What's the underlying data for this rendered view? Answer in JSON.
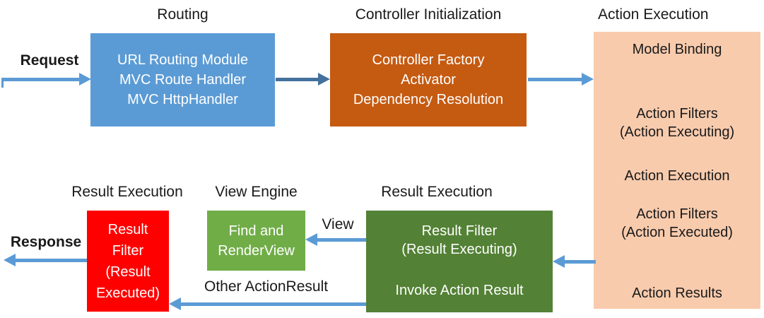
{
  "colors": {
    "blue": "#5B9BD5",
    "orange": "#C55A11",
    "peach": "#F8CBAD",
    "red": "#FF0000",
    "green": "#70AD47",
    "dark-green": "#538135",
    "arrow": "#5B9BD5",
    "arrow-dark": "#44719C",
    "text-dark": "#1A1A1A",
    "text-light": "#FFFFFF"
  },
  "labels": {
    "request": "Request",
    "response": "Response",
    "view": "View",
    "other_action_result": "Other ActionResult"
  },
  "stages": {
    "routing": {
      "title": "Routing",
      "lines": [
        "URL Routing Module",
        "MVC Route Handler",
        "MVC HttpHandler"
      ]
    },
    "controller_initialization": {
      "title": "Controller Initialization",
      "lines": [
        "Controller Factory",
        "Activator",
        "Dependency Resolution"
      ]
    },
    "action_execution": {
      "title": "Action Execution",
      "items": [
        {
          "lines": [
            "Model Binding"
          ]
        },
        {
          "lines": [
            "Action Filters",
            "(Action Executing)"
          ]
        },
        {
          "lines": [
            "Action Execution"
          ]
        },
        {
          "lines": [
            "Action Filters",
            "(Action Executed)"
          ]
        },
        {
          "lines": [
            "Action Results"
          ]
        }
      ]
    },
    "result_execution_filters": {
      "title": "Result Execution",
      "groups": [
        {
          "lines": [
            "Result Filter",
            "(Result Executing)"
          ]
        },
        {
          "lines": [
            "Invoke Action Result"
          ]
        }
      ]
    },
    "view_engine": {
      "title": "View Engine",
      "lines": [
        "Find and",
        "RenderView"
      ]
    },
    "result_execution_final": {
      "title": "Result Execution",
      "lines": [
        "Result",
        "Filter",
        "(Result",
        "Executed)"
      ]
    }
  }
}
